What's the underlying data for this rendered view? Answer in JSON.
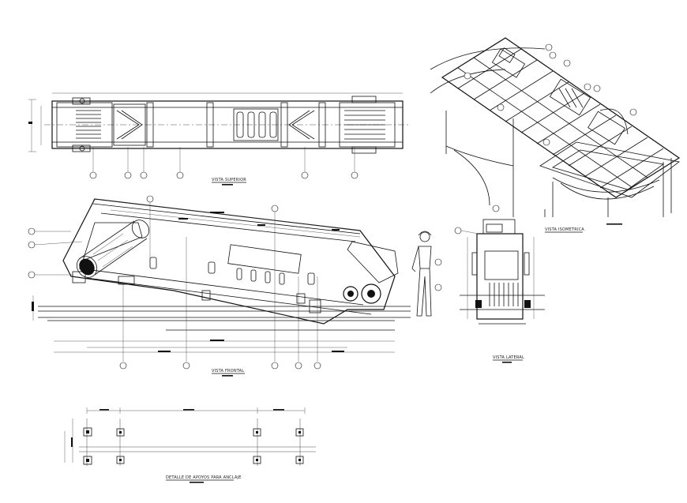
{
  "drawing": {
    "views": {
      "top": {
        "title": "VISTA SUPERIOR"
      },
      "isometric": {
        "title": "VISTA ISOMETRICA"
      },
      "front": {
        "title": "VISTA FRONTAL"
      },
      "side": {
        "title": "VISTA LATERAL"
      },
      "anchors": {
        "title": "DETALLE DE APOYOS PARA ANCLAJE"
      }
    },
    "line_color": "#111111",
    "background": "#ffffff"
  }
}
